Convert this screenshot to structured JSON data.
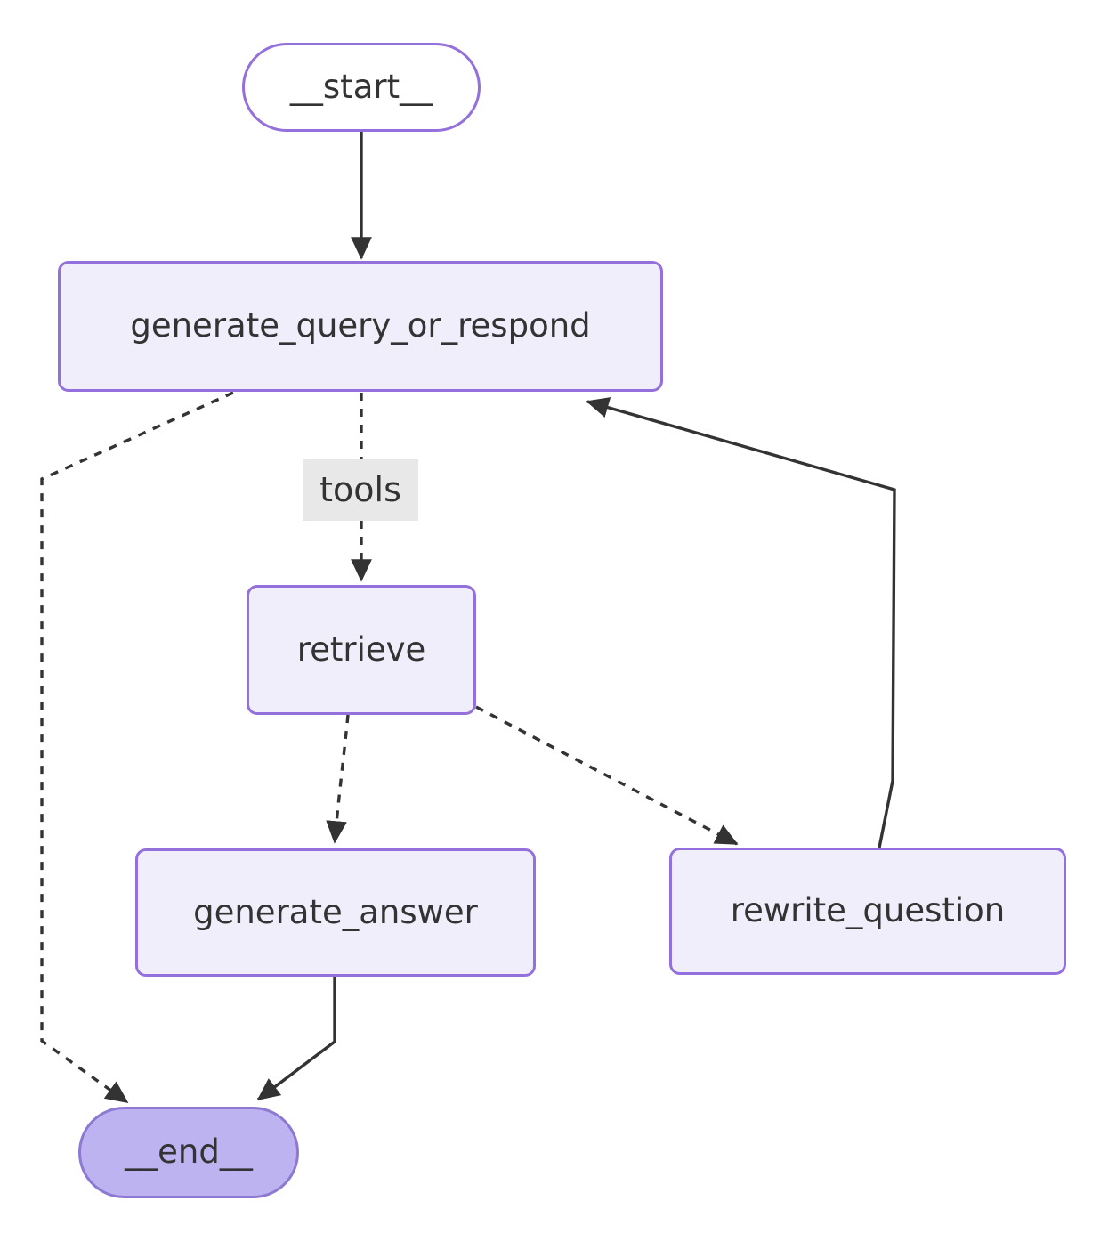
{
  "diagram": {
    "type": "flowchart",
    "nodes": {
      "start": {
        "label": "__start__",
        "shape": "pill"
      },
      "gqor": {
        "label": "generate_query_or_respond",
        "shape": "rect"
      },
      "retrieve": {
        "label": "retrieve",
        "shape": "rect"
      },
      "genans": {
        "label": "generate_answer",
        "shape": "rect"
      },
      "rewriteq": {
        "label": "rewrite_question",
        "shape": "rect"
      },
      "end": {
        "label": "__end__",
        "shape": "pill"
      }
    },
    "edge_label": "tools",
    "edges": [
      {
        "from": "__start__",
        "to": "generate_query_or_respond",
        "style": "solid",
        "label": ""
      },
      {
        "from": "generate_query_or_respond",
        "to": "retrieve",
        "style": "dashed",
        "label": "tools"
      },
      {
        "from": "generate_query_or_respond",
        "to": "__end__",
        "style": "dashed",
        "label": ""
      },
      {
        "from": "retrieve",
        "to": "generate_answer",
        "style": "dashed",
        "label": ""
      },
      {
        "from": "retrieve",
        "to": "rewrite_question",
        "style": "dashed",
        "label": ""
      },
      {
        "from": "rewrite_question",
        "to": "generate_query_or_respond",
        "style": "solid",
        "label": ""
      },
      {
        "from": "generate_answer",
        "to": "__end__",
        "style": "solid",
        "label": ""
      }
    ],
    "colors": {
      "node_fill": "#f0eefb",
      "node_border": "#9370DB",
      "end_fill": "#bcb3f0",
      "end_border": "#8e79d2",
      "start_fill": "#ffffff",
      "edge_label_bg": "#e8e8e8",
      "edge": "#333333",
      "text": "#333333",
      "background": "#ffffff"
    }
  }
}
